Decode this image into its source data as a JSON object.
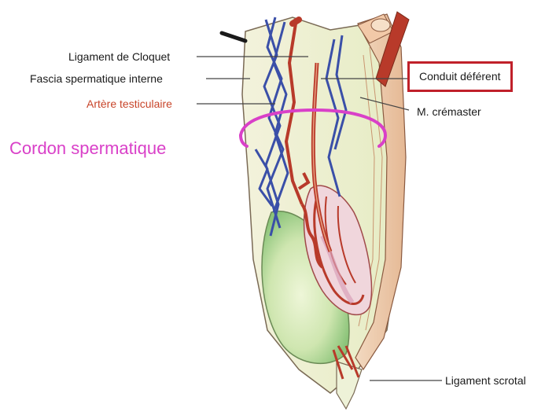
{
  "labels": {
    "ligament_cloquet": "Ligament de Cloquet",
    "fascia_spermatique": "Fascia spermatique interne",
    "artere_testiculaire": "Artère testiculaire",
    "cordon_spermatique": "Cordon spermatique",
    "conduit_deferent": "Conduit déférent",
    "cremaster": "M. crémaster",
    "ligament_scrotal": "Ligament scrotal"
  },
  "colors": {
    "highlight_box": "#c0202a",
    "cordon_label": "#d940c8",
    "artere_label": "#c8452a",
    "vein": "#3a4fa8",
    "artery": "#b83a2a",
    "tunic": "#e8efc8",
    "testis": "#c8e4a8"
  }
}
